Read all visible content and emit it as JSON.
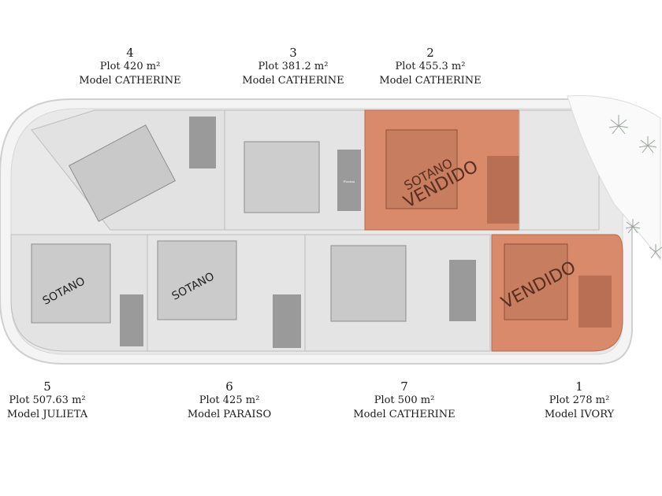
{
  "plots": [
    {
      "id": "plot-4",
      "number": "4",
      "plot": "Plot 420 m²",
      "model": "Model CATHERINE"
    },
    {
      "id": "plot-3",
      "number": "3",
      "plot": "Plot 381.2 m²",
      "model": "Model CATHERINE"
    },
    {
      "id": "plot-2",
      "number": "2",
      "plot": "Plot 455.3 m²",
      "model": "Model CATHERINE"
    },
    {
      "id": "plot-5",
      "number": "5",
      "plot": "Plot 507.63 m²",
      "model": "Model JULIETA"
    },
    {
      "id": "plot-6",
      "number": "6",
      "plot": "Plot 425 m²",
      "model": "Model PARAISO"
    },
    {
      "id": "plot-7",
      "number": "7",
      "plot": "Plot 500 m²",
      "model": "Model CATHERINE"
    },
    {
      "id": "plot-1",
      "number": "1",
      "plot": "Plot 278 m²",
      "model": "Model IVORY"
    }
  ],
  "stamps": {
    "sotano": "SOTANO",
    "vendido": "VENDIDO",
    "piscina": "Piscina"
  },
  "colors": {
    "sold_fill": "#d98a6a",
    "site_fill": "#e6e6e6",
    "road": "#f2f2f2"
  }
}
